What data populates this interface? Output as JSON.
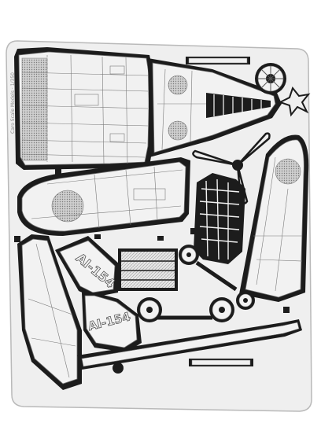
{
  "photo": {
    "subject": "photo-etched-metal-model-aircraft-kit-sheet",
    "colors": {
      "sheet": "#efefef",
      "sheet_edge": "#b9b9b9",
      "shadow": "#1c1c1c",
      "line": "#6a6a6a",
      "roundel_fill": "#b5b5b5"
    }
  },
  "markings": {
    "tail_code_upper": "AI-154",
    "tail_code_lower": "AI-154"
  }
}
